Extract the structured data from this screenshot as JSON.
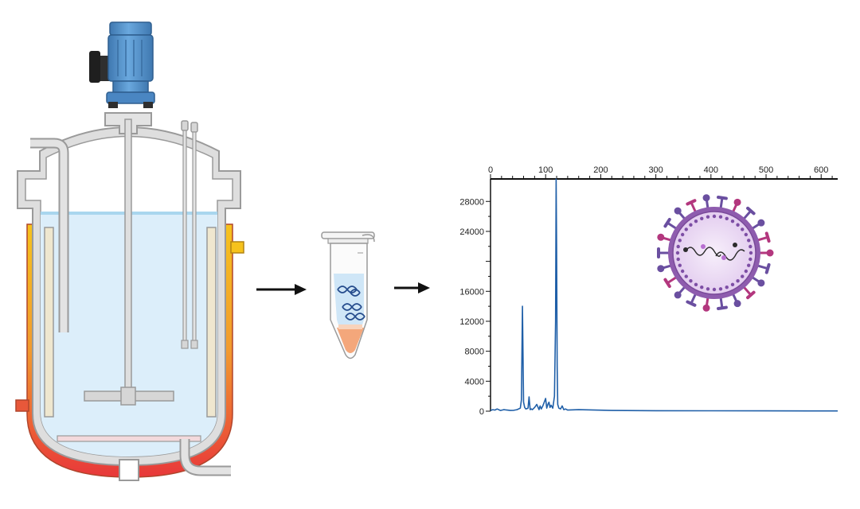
{
  "colors": {
    "vessel_outline": "#9a9a9a",
    "vessel_fill": "#dedede",
    "liquid": "#dceefa",
    "liquid_surface": "#a9d6ee",
    "baffle": "#efe7cf",
    "motor": "#5b9bd5",
    "motor_dark": "#3f78b0",
    "jacket_top": "#f6c21c",
    "jacket_mid": "#f29a2e",
    "jacket_bottom": "#e8383a",
    "tube_fill": "#cfe6f7",
    "pellet": "#f4a77b",
    "dna": "#244b8c",
    "chart_line": "#1f5fa8",
    "virus_envelope": "#8e5cae",
    "virus_core": "#eddcf5",
    "virus_spike": "#6a4fa0",
    "virus_spike_alt": "#b3377e"
  },
  "icons": {
    "bioreactor": "bioreactor-icon",
    "motor": "motor-icon",
    "microtube": "microcentrifuge-tube-icon",
    "dna": "dna-strand-icon",
    "virus": "virus-particle-icon",
    "arrow": "right-arrow-icon"
  },
  "chart_data": {
    "type": "line",
    "x_axis_position": "top",
    "xlim": [
      0,
      630
    ],
    "ylim": [
      0,
      31000
    ],
    "x_ticks": [
      0,
      100,
      200,
      300,
      400,
      500,
      600
    ],
    "y_ticks": [
      0,
      4000,
      8000,
      12000,
      16000,
      24000,
      28000
    ],
    "title": "",
    "xlabel": "",
    "ylabel": "",
    "grid": false,
    "series": [
      {
        "x": [
          0,
          4,
          8,
          12,
          18,
          24,
          30,
          36,
          42,
          48,
          54,
          56,
          58,
          60,
          62,
          64,
          68,
          70,
          72,
          74,
          76,
          80,
          84,
          88,
          90,
          92,
          95,
          100,
          102,
          104,
          106,
          108,
          110,
          113,
          116,
          118,
          119,
          120,
          121,
          122,
          124,
          127,
          130,
          133,
          136,
          140,
          160,
          190,
          220,
          300,
          400,
          500,
          630
        ],
        "y": [
          100,
          200,
          150,
          300,
          100,
          200,
          150,
          100,
          120,
          200,
          400,
          1500,
          14000,
          1200,
          500,
          300,
          400,
          1900,
          200,
          300,
          200,
          500,
          900,
          200,
          700,
          300,
          700,
          1700,
          400,
          900,
          1200,
          500,
          800,
          400,
          2000,
          12000,
          31000,
          22000,
          6000,
          900,
          400,
          300,
          700,
          200,
          300,
          150,
          200,
          150,
          100,
          60,
          50,
          40,
          30
        ]
      }
    ]
  }
}
